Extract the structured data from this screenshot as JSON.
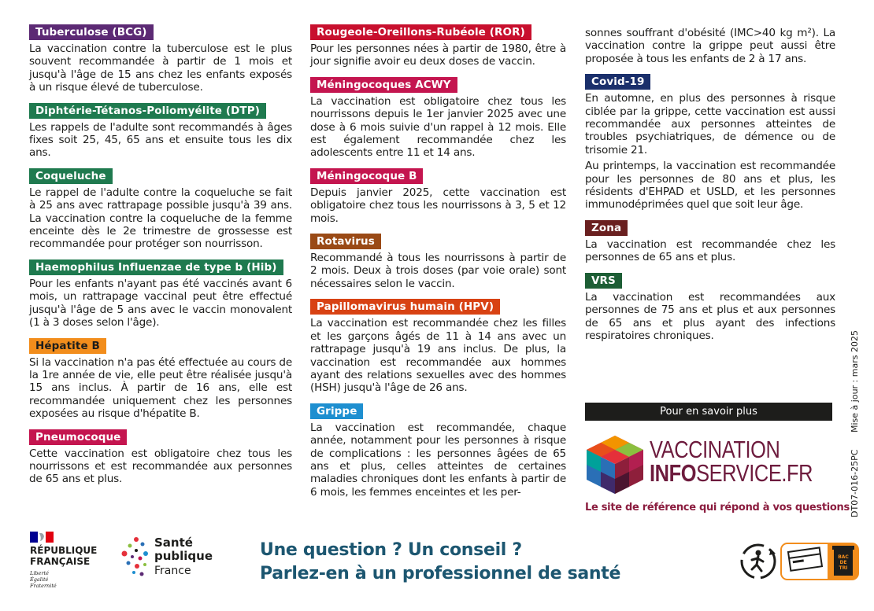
{
  "colors": {
    "tuberculose": "#5c2a74",
    "dtp": "#1f7a4f",
    "coqueluche": "#1f7a4f",
    "hib": "#1f7a4f",
    "hepatite": "#f28d1c",
    "pneumocoque": "#c4154f",
    "ror": "#c8102e",
    "meningo": "#c4154f",
    "rotavirus": "#9a4a16",
    "hpv": "#d84213",
    "grippe": "#1e8fd0",
    "covid": "#1a2f6b",
    "zona": "#6a2020",
    "vrs": "#1d5e35",
    "footer_question": "#1c5670",
    "brand": "#6d1b3d"
  },
  "column1": [
    {
      "title": "Tuberculose (BCG)",
      "text": "La vaccination contre la tuberculose est le plus souvent recommandée à partir de 1 mois et jusqu'à l'âge de 15 ans chez les enfants exposés à un risque élevé de tuberculose."
    },
    {
      "title": "Diphtérie-Tétanos-Poliomyélite (DTP)",
      "text": "Les rappels de l'adulte sont recommandés à âges fixes soit 25, 45, 65 ans et ensuite tous les dix ans."
    },
    {
      "title": "Coqueluche",
      "text": "Le rappel de l'adulte contre la coqueluche se fait à 25 ans avec rattrapage possible jusqu'à 39 ans. La vaccination contre la coqueluche de la femme enceinte dès le 2e trimestre de grossesse est recommandée pour protéger son nourrisson."
    },
    {
      "title": "Haemophilus Influenzae de type b (Hib)",
      "text": "Pour les enfants n'ayant pas été vaccinés avant 6 mois, un rattrapage vaccinal peut être effectué jusqu'à l'âge de 5 ans avec le vaccin monovalent (1 à 3 doses selon l'âge)."
    },
    {
      "title": "Hépatite B",
      "text": "Si la vaccination n'a pas été effectuée au cours de la 1re année de vie, elle peut être réalisée jusqu'à 15 ans inclus. À partir de 16 ans, elle est recommandée uniquement chez les personnes exposées au risque d'hépatite B."
    },
    {
      "title": "Pneumocoque",
      "text": "Cette vaccination est obligatoire chez tous les nourrissons et est recommandée aux personnes de 65 ans et plus."
    }
  ],
  "column2": [
    {
      "title": "Rougeole-Oreillons-Rubéole (ROR)",
      "text": "Pour les personnes nées à partir de 1980, être à jour signifie avoir eu deux doses de vaccin."
    },
    {
      "title": "Méningocoques ACWY",
      "text": "La vaccination est obligatoire chez tous les nourrissons depuis le 1er janvier 2025 avec une dose à 6 mois suivie d'un rappel à 12 mois. Elle est également recommandée chez les adolescents entre 11 et 14 ans."
    },
    {
      "title": "Méningocoque B",
      "text": "Depuis janvier 2025, cette vaccination est obligatoire chez tous les nourrissons à 3, 5 et 12 mois."
    },
    {
      "title": "Rotavirus",
      "text": "Recommandé à tous les nourrissons à partir de 2 mois. Deux à trois doses (par voie orale) sont nécessaires selon le vaccin."
    },
    {
      "title": "Papillomavirus humain (HPV)",
      "text": "La vaccination est recommandée chez les filles et les garçons âgés de 11 à 14 ans avec un rattrapage jusqu'à 19 ans inclus. De plus, la vaccination est recommandée aux hommes ayant des relations sexuelles avec des hommes (HSH) jusqu'à l'âge de 26 ans."
    },
    {
      "title": "Grippe",
      "text": "La vaccination est recommandée, chaque année, notamment pour les personnes à risque de complications : les personnes âgées de 65 ans et plus, celles atteintes de certaines maladies chroniques dont les enfants à partir de 6 mois, les femmes enceintes et les per-"
    }
  ],
  "column3_intro": "sonnes souffrant d'obésité (IMC>40 kg m²). La vaccination contre la grippe peut aussi être proposée à tous les enfants de 2 à 17 ans.",
  "column3": [
    {
      "title": "Covid-19",
      "text": "En automne, en plus des personnes à risque ciblée par la grippe, cette vaccination est aussi recommandée aux personnes atteintes de troubles psychiatriques, de démence ou de trisomie 21.",
      "text2": "Au printemps, la vaccination est recommandée pour les personnes de 80 ans et plus, les résidents d'EHPAD et USLD, et les personnes immunodéprimées quel que soit leur âge."
    },
    {
      "title": "Zona",
      "text": "La vaccination est recommandée chez les personnes de 65 ans et plus."
    },
    {
      "title": "VRS",
      "text": "La vaccination est recommandées aux personnes de 75 ans et plus et aux personnes de 65 ans et plus ayant des infections respiratoires chroniques."
    }
  ],
  "more_info": "Pour en savoir plus",
  "brand": {
    "line1": "VACCINATION",
    "line2a": "INFO",
    "line2b": "SERVICE.FR",
    "tagline": "Le site de référence qui répond à vos questions"
  },
  "side": {
    "update": "Mise à jour : mars 2025",
    "ref": "DT07-016-25PC"
  },
  "footer": {
    "question1": "Une question ? Un conseil ?",
    "question2": "Parlez-en à un professionnel de santé",
    "rf_line1": "RÉPUBLIQUE",
    "rf_line2": "FRANÇAISE",
    "rf_motto1": "Liberté",
    "rf_motto2": "Égalité",
    "rf_motto3": "Fraternité",
    "spf_line1": "Santé",
    "spf_line2": "publique",
    "spf_line3": "France",
    "triman_label": "BAC DE TRI"
  }
}
